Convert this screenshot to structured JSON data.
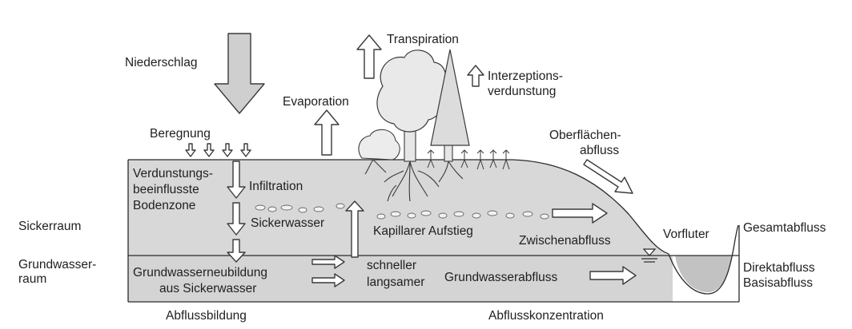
{
  "labels": {
    "niederschlag": "Niederschlag",
    "transpiration": "Transpiration",
    "interzeption_1": "Interzeptions-",
    "interzeption_2": "verdunstung",
    "evaporation": "Evaporation",
    "beregnung": "Beregnung",
    "oberflaechen_1": "Oberflächen-",
    "oberflaechen_2": "abfluss",
    "verdunstung_1": "Verdunstungs-",
    "verdunstung_2": "beeinflusste",
    "verdunstung_3": "Bodenzone",
    "infiltration": "Infiltration",
    "sickerraum": "Sickerraum",
    "sickerwasser": "Sickerwasser",
    "kapillarer": "Kapillarer Aufstieg",
    "zwischenabfluss": "Zwischenabfluss",
    "vorfluter": "Vorfluter",
    "gesamtabfluss": "Gesamtabfluss",
    "grundwasserraum_1": "Grundwasser-",
    "grundwasserraum_2": "raum",
    "gwneubildung_1": "Grundwasserneubildung",
    "gwneubildung_2": "aus Sickerwasser",
    "schneller": "schneller",
    "langsamer": "langsamer",
    "grundwasserabfluss": "Grundwasserabfluss",
    "direktabfluss": "Direktabfluss",
    "basisabfluss": "Basisabfluss",
    "abflussbildung": "Abflussbildung",
    "abflusskonzentration": "Abflusskonzentration"
  },
  "colors": {
    "soil": "#d8d8d8",
    "sky": "#ffffff",
    "groundwater": "#cccccc",
    "lines": "#2a2a2a",
    "big_arrow": "#cfcfcf"
  }
}
